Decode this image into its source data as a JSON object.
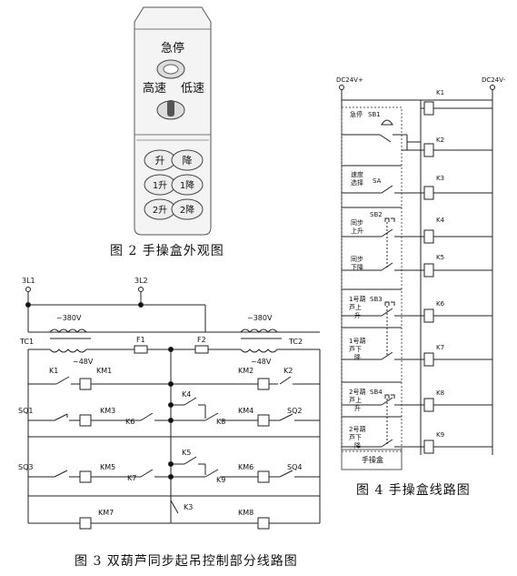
{
  "fig2": {
    "caption": "图 2 手操盒外观图",
    "estop_label": "急停",
    "speed_high": "高速",
    "speed_low": "低速",
    "buttons": [
      [
        "升",
        "降"
      ],
      [
        "1升",
        "1降"
      ],
      [
        "2升",
        "2降"
      ]
    ]
  },
  "fig3": {
    "caption": "图 3 双葫芦同步起吊控制部分线路图",
    "terms": [
      "3L1",
      "3L2"
    ],
    "v380": "~380V",
    "v48": "~48V",
    "tc": [
      "TC1",
      "TC2"
    ],
    "fuses": [
      "F1",
      "F2"
    ],
    "contacts": {
      "k1": "K1",
      "k2": "K2",
      "k3": "K3",
      "k4": "K4",
      "k5": "K5",
      "k6": "K6",
      "k7": "K7",
      "k8": "K8",
      "k9": "K9",
      "sq1": "SQ1",
      "sq2": "SQ2",
      "sq3": "SQ3",
      "sq4": "SQ4"
    },
    "coils": {
      "km1": "KM1",
      "km2": "KM2",
      "km3": "KM3",
      "km4": "KM4",
      "km5": "KM5",
      "km6": "KM6",
      "km7": "KM7",
      "km8": "KM8"
    }
  },
  "fig4": {
    "caption": "图 4 手操盒线路图",
    "plus": "DC24V+",
    "minus": "DC24V-",
    "relays": [
      "K1",
      "K2",
      "K3",
      "K4",
      "K5",
      "K6",
      "K7",
      "K8",
      "K9"
    ],
    "labels": {
      "estop": "急停",
      "sb1": "SB1",
      "speed1": "速度",
      "speed2": "选择",
      "sa": "SA",
      "sb2": "SB2",
      "sync_up1": "同步",
      "sync_up2": "上升",
      "sync_dn1": "同步",
      "sync_dn2": "下降",
      "sb3": "SB3",
      "h1u1": "1号葫",
      "h1u2": "芦上",
      "h1u3": "升",
      "h1d1": "1号葫",
      "h1d2": "芦下",
      "h1d3": "降",
      "sb4": "SB4",
      "h2u1": "2号葫",
      "h2u2": "芦上",
      "h2u3": "升",
      "h2d1": "2号葫",
      "h2d2": "芦下",
      "h2d3": "降",
      "box": "手操盒"
    }
  }
}
